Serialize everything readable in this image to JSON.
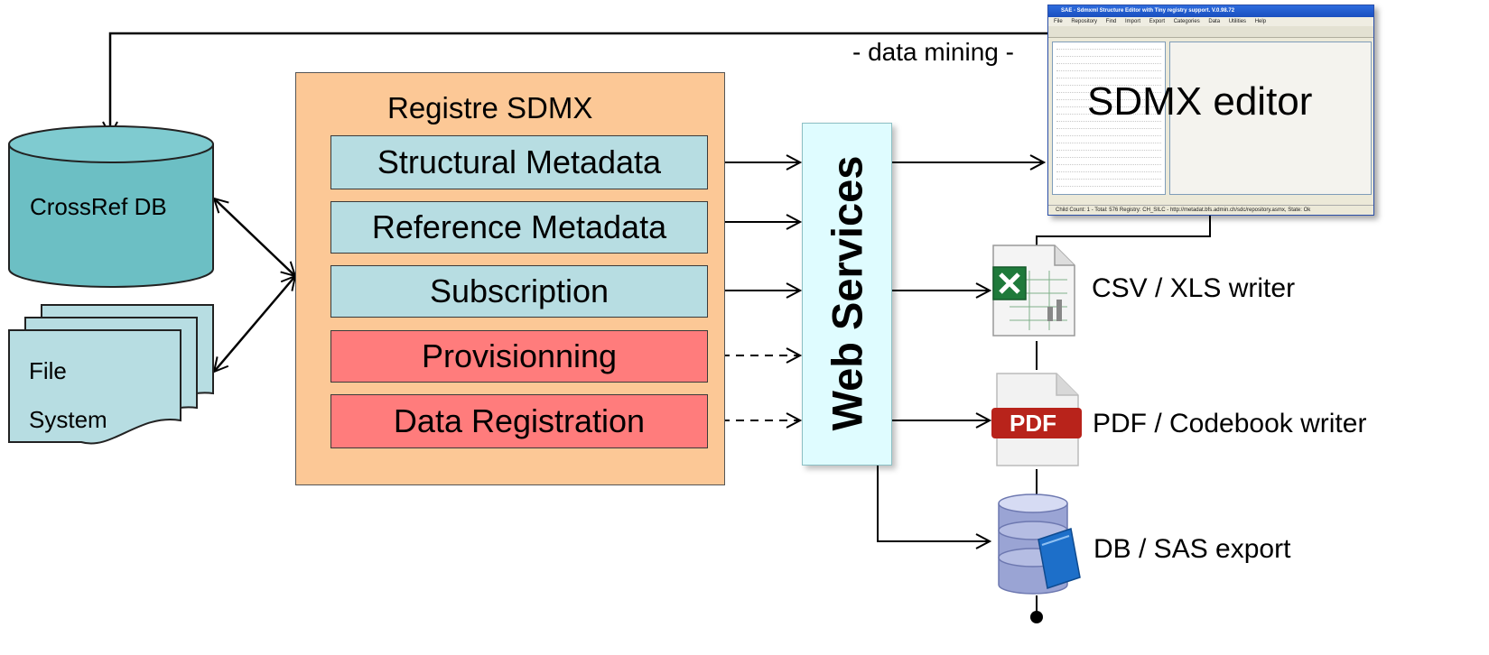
{
  "registry": {
    "title": "Registre SDMX",
    "modules": [
      {
        "label": "Structural Metadata"
      },
      {
        "label": "Reference Metadata"
      },
      {
        "label": "Subscription"
      },
      {
        "label": "Provisionning"
      },
      {
        "label": "Data Registration"
      }
    ]
  },
  "storage": {
    "crossref": "CrossRef DB",
    "file_line1": "File",
    "file_line2": "System"
  },
  "web_services": "Web Services",
  "data_mining": "- data mining -",
  "outputs": {
    "sdmx_editor": "SDMX editor",
    "csv": "CSV / XLS writer",
    "pdf": "PDF / Codebook writer",
    "pdf_icon_label": "PDF",
    "db": "DB / SAS export"
  },
  "editor_window": {
    "title": "SAE - Sdmxml Structure Editor with Tiny registry support. V.0.98.72",
    "menu": "File Repository Find Import Export Categories Data Utilities Help",
    "status": "Child Count: 1 - Total: 576    Registry: CH_SILC - http://metadat.bfs.admin.ch/sdc/repository.asmx, State: Ok"
  },
  "colors": {
    "registry_fill": "#fcc896",
    "blue_module": "#b7dde2",
    "red_module": "#ff7c7c",
    "db_fill": "#6cbfc4",
    "web_services_fill": "#dffcff"
  }
}
